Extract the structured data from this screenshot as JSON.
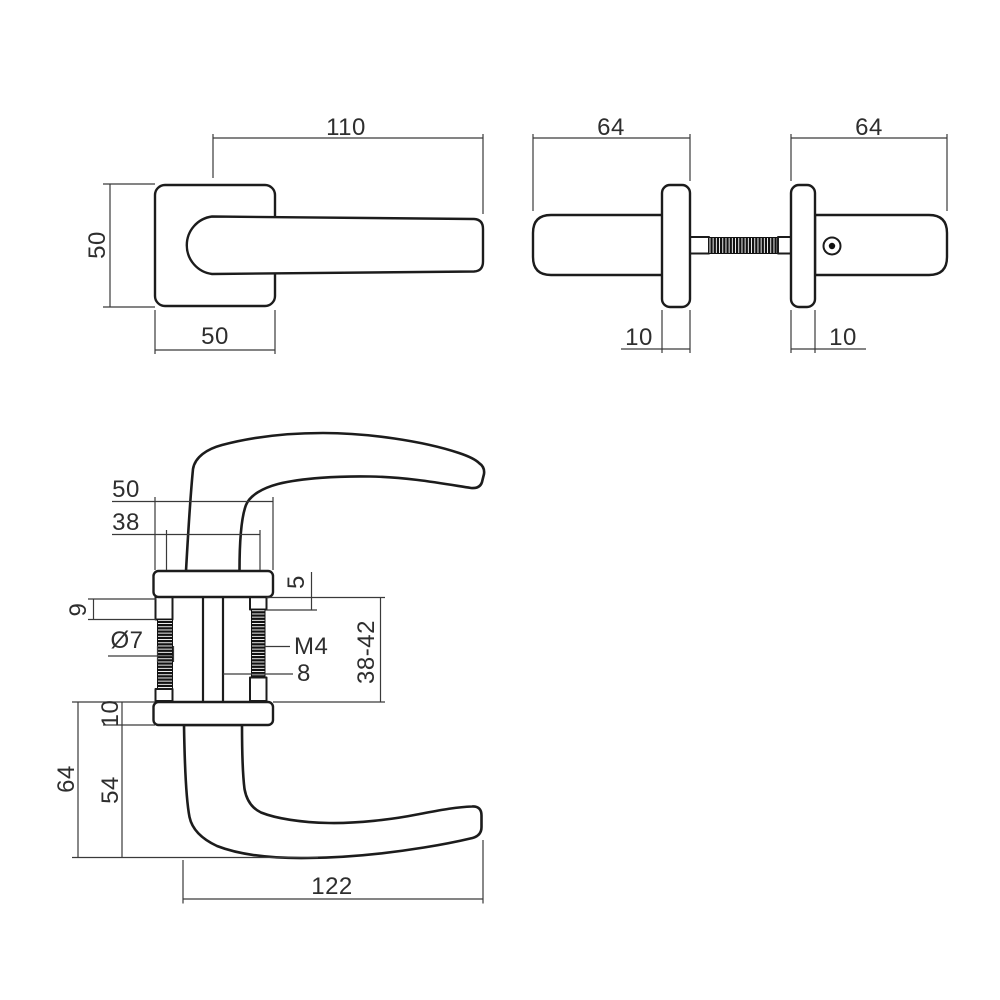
{
  "colors": {
    "background": "#ffffff",
    "object_line": "#1c1c1c",
    "dimension_line": "#3a3a3a",
    "text": "#2e2e2e",
    "thread_fill": "#111111"
  },
  "front_view": {
    "handle_length": "110",
    "rosette_height": "50",
    "rosette_width": "50"
  },
  "side_view": {
    "left_depth": "64",
    "right_depth": "64",
    "left_rosette_thickness": "10",
    "right_rosette_thickness": "10"
  },
  "section_view": {
    "rosette_width": "50",
    "screw_spacing": "38",
    "screw_head_height": "9",
    "hole_diameter": "Ø7",
    "nut_height": "5",
    "thread_size": "M4",
    "spindle_size": "8",
    "door_thickness_range": "38-42",
    "rosette_thickness": "10",
    "total_depth": "64",
    "handle_projection": "54",
    "handle_length": "122"
  }
}
